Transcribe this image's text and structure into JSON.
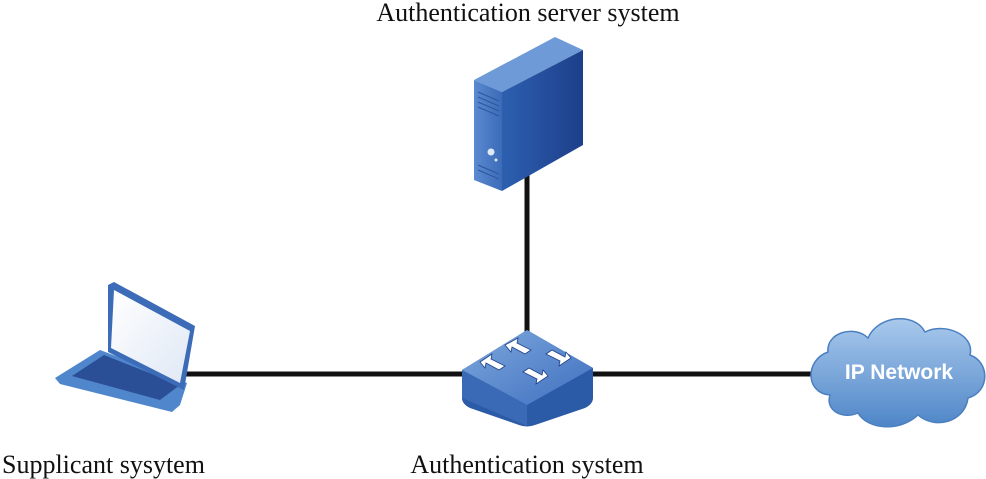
{
  "labels": {
    "server": "Authentication server system",
    "supplicant": "Supplicant sysytem",
    "authenticator": "Authentication system",
    "cloud": "IP Network"
  },
  "icons": [
    "server-icon",
    "laptop-icon",
    "switch-icon",
    "cloud-icon"
  ],
  "colors": {
    "device_blue": "#2a5aa8",
    "link": "#111111",
    "cloud": "#6d9fd6"
  }
}
